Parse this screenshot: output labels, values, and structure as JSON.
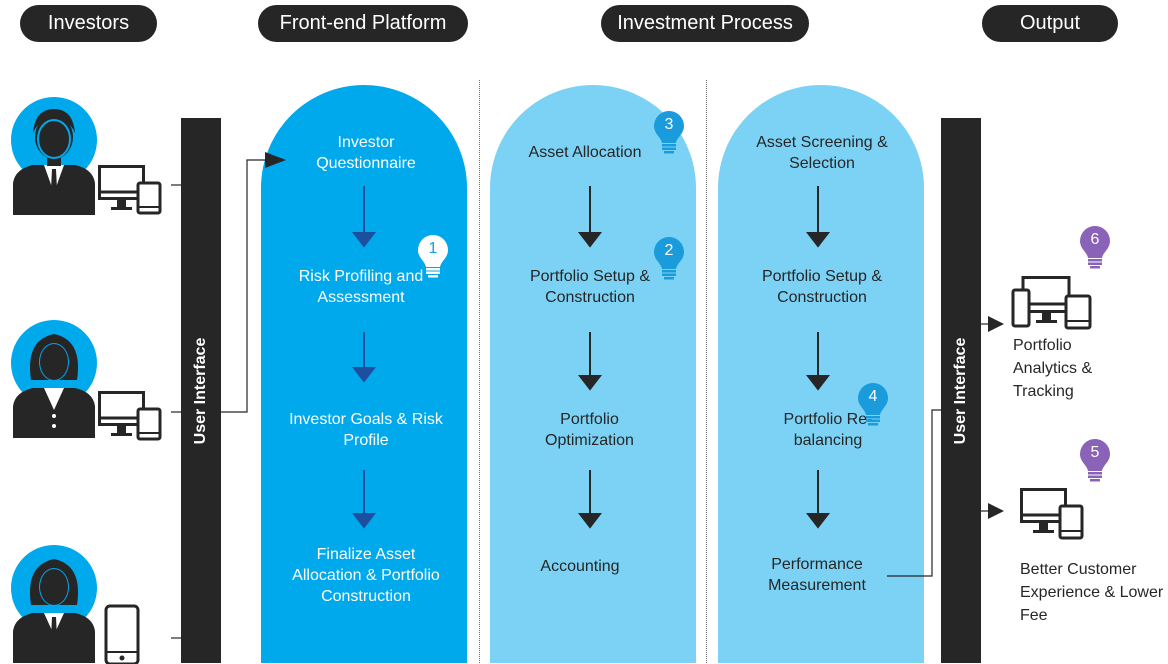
{
  "headers": {
    "investors": "Investors",
    "frontend": "Front-end Platform",
    "process": "Investment Process",
    "output": "Output"
  },
  "ui_label": "User Interface",
  "frontend_steps": [
    "Investor Questionnaire",
    "Risk Profiling and Assessment",
    "Investor Goals & Risk Profile",
    "Finalize Asset Allocation & Portfolio Construction"
  ],
  "process_col1": [
    "Asset Allocation",
    "Portfolio Setup & Construction",
    "Portfolio Optimization",
    "Accounting"
  ],
  "process_col2": [
    "Asset Screening & Selection",
    "Portfolio Setup & Construction",
    "Portfolio Re-balancing",
    "Performance Measurement"
  ],
  "outputs": [
    "Portfolio Analytics & Tracking",
    "Better Customer Experience & Lower Fee"
  ],
  "badges": {
    "b1": "1",
    "b2": "2",
    "b3": "3",
    "b4": "4",
    "b5": "5",
    "b6": "6"
  },
  "colors": {
    "lane_dark": "#00a8ec",
    "lane_light": "#7cd2f5",
    "arrow_blue": "#1d4fa0",
    "dark": "#262626",
    "badge_blue": "#1a9bdc",
    "badge_purple": "#8a63b8"
  }
}
